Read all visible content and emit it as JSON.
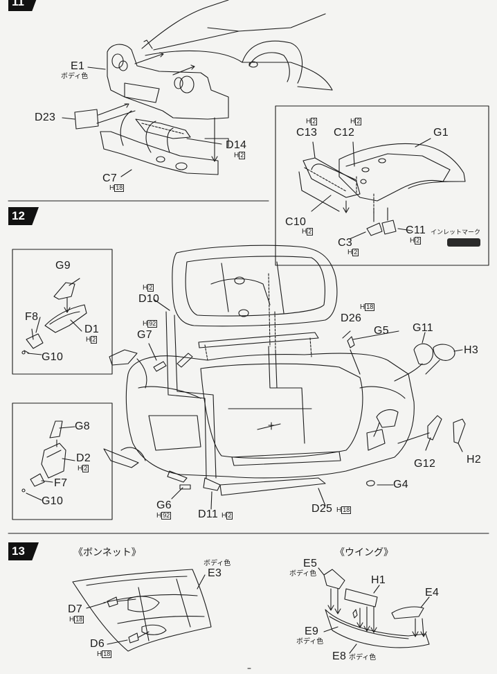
{
  "steps": {
    "s11": "11",
    "s12": "12",
    "s13": "13"
  },
  "section_titles": {
    "bonnet": "《ボンネット》",
    "wing": "《ウイング》"
  },
  "labels": {
    "E1": "E1",
    "D23": "D23",
    "D14": "D14",
    "C7": "C7",
    "H2_c13": "H",
    "H2_c12": "H",
    "C13": "C13",
    "C12": "C12",
    "G1": "G1",
    "C10": "C10",
    "C3": "C3",
    "C11": "C11",
    "G9": "G9",
    "F8": "F8",
    "D1": "D1",
    "G10a": "G10",
    "G8": "G8",
    "D2": "D2",
    "F7": "F7",
    "G10b": "G10",
    "D10": "D10",
    "G7": "G7",
    "D26": "D26",
    "G5": "G5",
    "G11": "G11",
    "H3": "H3",
    "G12": "G12",
    "H2": "H2",
    "G4": "G4",
    "G6": "G6",
    "D11": "D11",
    "D25": "D25",
    "D7": "D7",
    "D6": "D6",
    "E3": "E3",
    "E5": "E5",
    "H1": "H1",
    "E4": "E4",
    "E9": "E9",
    "E8": "E8"
  },
  "subs": {
    "body_color": "ボディ色",
    "h": "H",
    "n2": "2",
    "n18": "18",
    "n92": "92",
    "inlet_mark": "インレットマーク"
  },
  "colors": {
    "ink": "#1a1a1a",
    "paper": "#f4f4f2",
    "badge": "#2a2a2a"
  }
}
